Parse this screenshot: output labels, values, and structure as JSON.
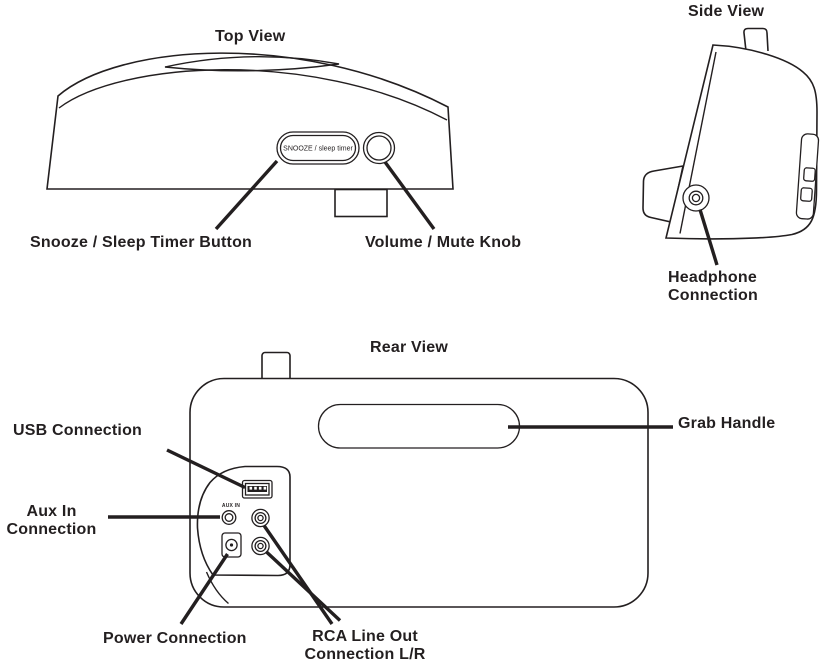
{
  "palette": {
    "ink": "#231f20",
    "background": "#ffffff"
  },
  "figure": {
    "top_view": {
      "title": "Top View",
      "snooze_button_text": "SNOOZE / sleep timer",
      "callouts": {
        "snooze": "Snooze / Sleep Timer Button",
        "volume": "Volume / Mute Knob"
      }
    },
    "side_view": {
      "title": "Side View",
      "callouts": {
        "headphone_line1": "Headphone",
        "headphone_line2": "Connection"
      }
    },
    "rear_view": {
      "title": "Rear View",
      "aux_port_text": "AUX IN",
      "callouts": {
        "grab_handle": "Grab Handle",
        "usb": "USB Connection",
        "aux_line1": "Aux In",
        "aux_line2": "Connection",
        "power": "Power Connection",
        "rca_line1": "RCA Line Out",
        "rca_line2": "Connection L/R"
      }
    }
  }
}
